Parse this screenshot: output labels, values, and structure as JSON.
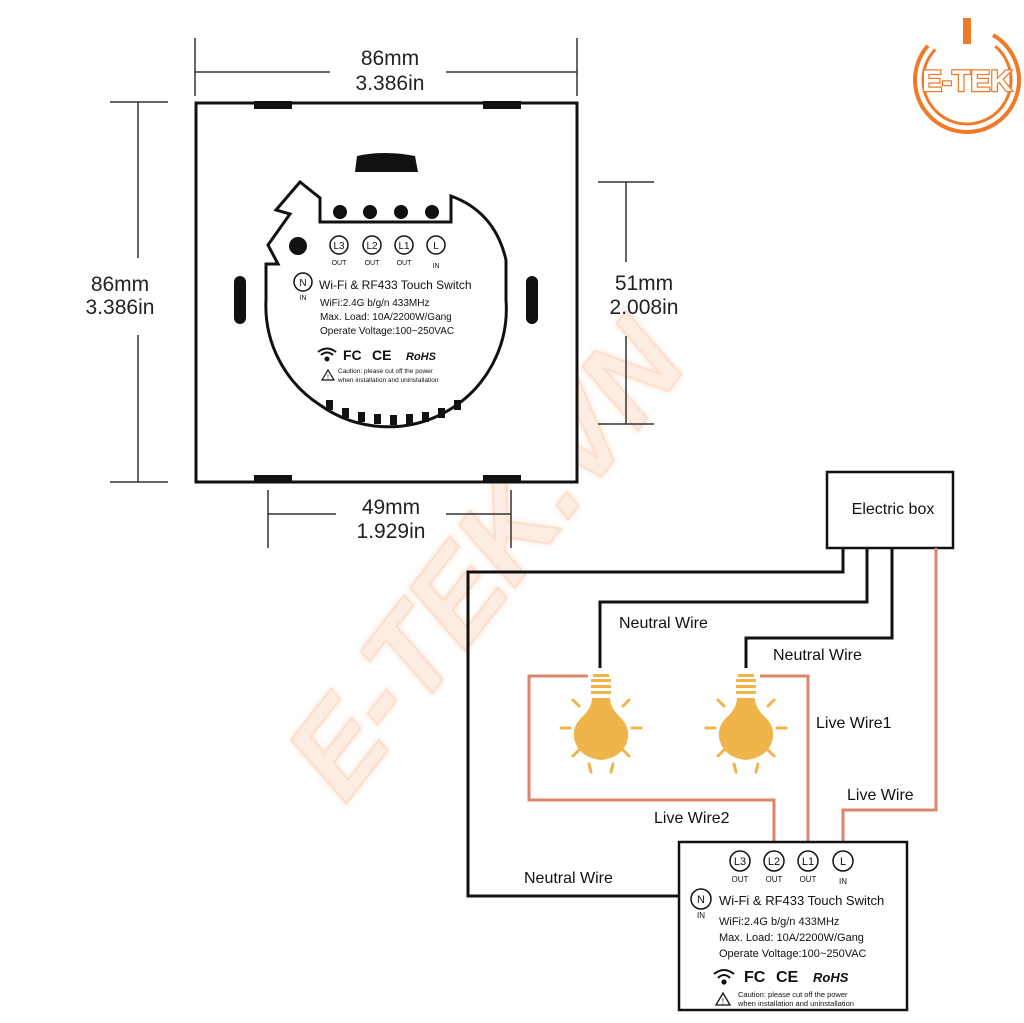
{
  "brand": {
    "logo_text": "E-TEK",
    "watermark": "E-TEK.VN",
    "accent": "#f07a28"
  },
  "dimensions": {
    "top_width_mm": "86mm",
    "top_width_in": "3.386in",
    "left_height_mm": "86mm",
    "left_height_in": "3.386in",
    "right_height_mm": "51mm",
    "right_height_in": "2.008in",
    "bottom_width_mm": "49mm",
    "bottom_width_in": "1.929in"
  },
  "module": {
    "terminals": [
      {
        "label": "L3",
        "sub": "OUT"
      },
      {
        "label": "L2",
        "sub": "OUT"
      },
      {
        "label": "L1",
        "sub": "OUT"
      },
      {
        "label": "L",
        "sub": "IN"
      }
    ],
    "neutral": {
      "label": "N",
      "sub": "IN"
    },
    "title": "Wi-Fi & RF433 Touch Switch",
    "spec_wifi": "WiFi:2.4G b/g/n 433MHz",
    "spec_load": "Max. Load: 10A/2200W/Gang",
    "spec_voltage": "Operate Voltage:100~250VAC",
    "cert_fcc": "FC",
    "cert_ce": "CE",
    "cert_rohs": "RoHS",
    "caution_line1": "Caution: please cut off the power",
    "caution_line2": "when installation and uninstallation"
  },
  "wiring": {
    "electric_box": "Electric box",
    "neutral_wire_1": "Neutral Wire",
    "neutral_wire_2": "Neutral Wire",
    "neutral_wire_3": "Neutral Wire",
    "live_wire1": "Live Wire1",
    "live_wire2": "Live Wire2",
    "live_wire": "Live Wire",
    "colors": {
      "neutral": "#111111",
      "live": "#d9876b",
      "bulb": "#efb54a"
    }
  }
}
